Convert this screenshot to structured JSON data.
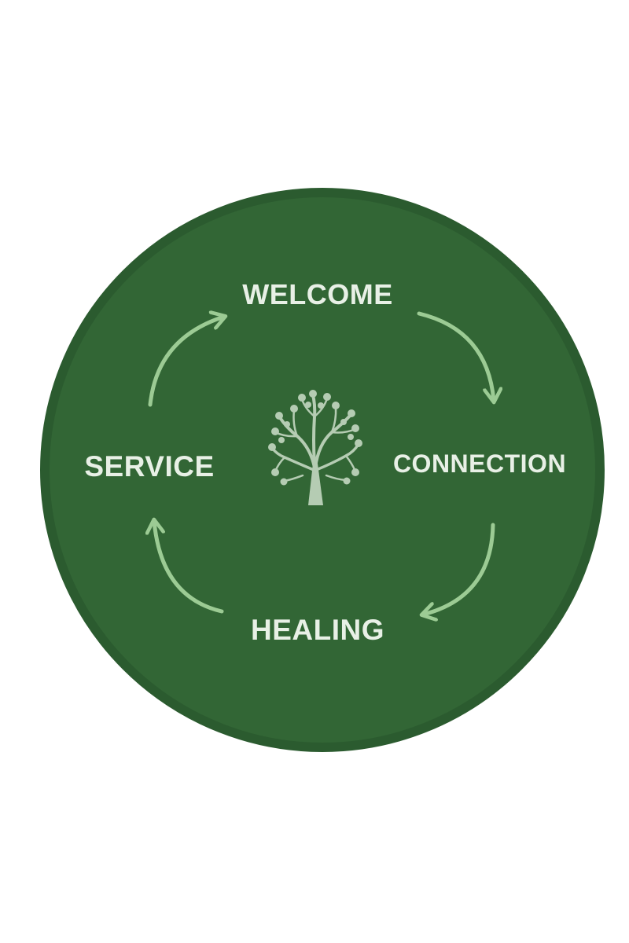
{
  "colors": {
    "background": "#ffffff",
    "circle_fill": "#326635",
    "circle_ring": "#2b5b2f",
    "label_text": "#e8f0e6",
    "arrow": "#9ccb94",
    "tree": "#b5ccb3"
  },
  "icon": "tree-of-hands-icon",
  "cycle": {
    "welcome": "WELCOME",
    "connection": "CONNECTION",
    "healing": "HEALING",
    "service": "SERVICE"
  }
}
